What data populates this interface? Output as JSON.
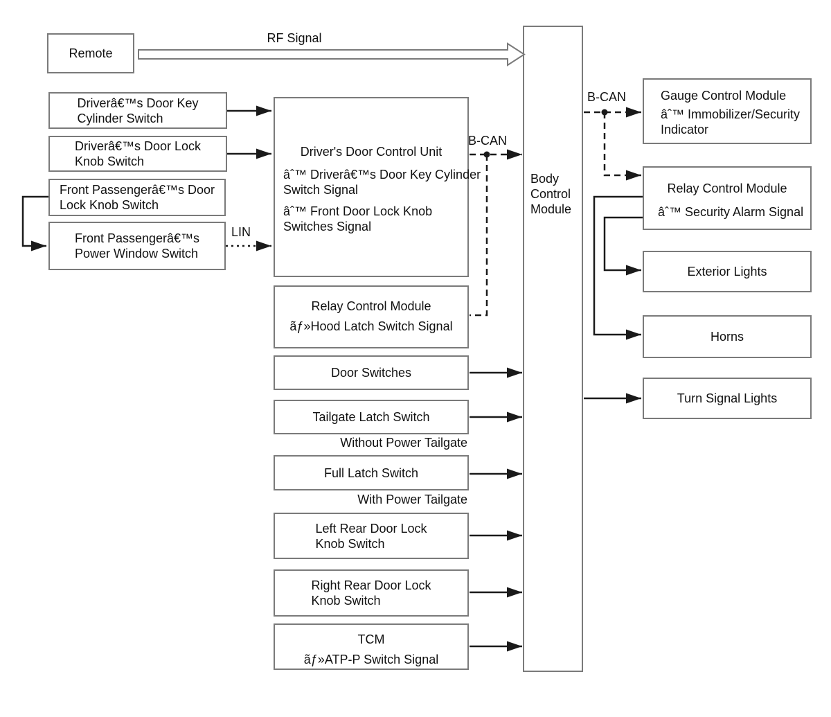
{
  "labels": {
    "rf_signal": "RF Signal",
    "b_can_left": "B-CAN",
    "b_can_right": "B-CAN",
    "lin": "LIN",
    "without_power_tailgate": "Without Power Tailgate",
    "with_power_tailgate": "With Power Tailgate"
  },
  "boxes": {
    "remote": {
      "label": "Remote"
    },
    "driver_key_cylinder": {
      "line1": "Driverâ€™s Door Key",
      "line2": "Cylinder Switch"
    },
    "driver_lock_knob": {
      "line1": "Driverâ€™s Door Lock",
      "line2": "Knob Switch"
    },
    "passenger_lock_knob": {
      "line1": "Front Passengerâ€™s Door",
      "line2": "Lock Knob Switch"
    },
    "passenger_power_window": {
      "line1": "Front Passengerâ€™s",
      "line2": "Power Window Switch"
    },
    "driver_door_control_unit": {
      "title": "Driver's Door Control Unit",
      "item1_line1": "âˆ™ Driverâ€™s Door Key Cylinder",
      "item1_line2": "Switch Signal",
      "item2_line1": "âˆ™ Front Door Lock Knob",
      "item2_line2": "Switches Signal"
    },
    "relay_control_module_mid": {
      "title": "Relay Control Module",
      "item": "ãƒ»Hood Latch Switch Signal"
    },
    "door_switches": {
      "label": "Door Switches"
    },
    "tailgate_latch_switch": {
      "label": "Tailgate Latch Switch"
    },
    "full_latch_switch": {
      "label": "Full Latch Switch"
    },
    "left_rear_lock_knob": {
      "line1": "Left Rear Door Lock",
      "line2": "Knob Switch"
    },
    "right_rear_lock_knob": {
      "line1": "Right Rear Door Lock",
      "line2": "Knob Switch"
    },
    "tcm": {
      "title": "TCM",
      "item": "ãƒ»ATP-P Switch Signal"
    },
    "body_control_module": {
      "line1": "Body",
      "line2": "Control",
      "line3": "Module"
    },
    "gauge_control_module": {
      "title": "Gauge Control Module",
      "item_line1": "âˆ™ Immobilizer/Security",
      "item_line2": "Indicator"
    },
    "relay_control_module_right": {
      "title": "Relay Control Module",
      "item": "âˆ™ Security Alarm Signal"
    },
    "exterior_lights": {
      "label": "Exterior Lights"
    },
    "horns": {
      "label": "Horns"
    },
    "turn_signal_lights": {
      "label": "Turn Signal Lights"
    }
  },
  "colors": {
    "box_border": "#7a7a7a",
    "line": "#1a1a1a",
    "text": "#111111",
    "background": "#ffffff"
  }
}
